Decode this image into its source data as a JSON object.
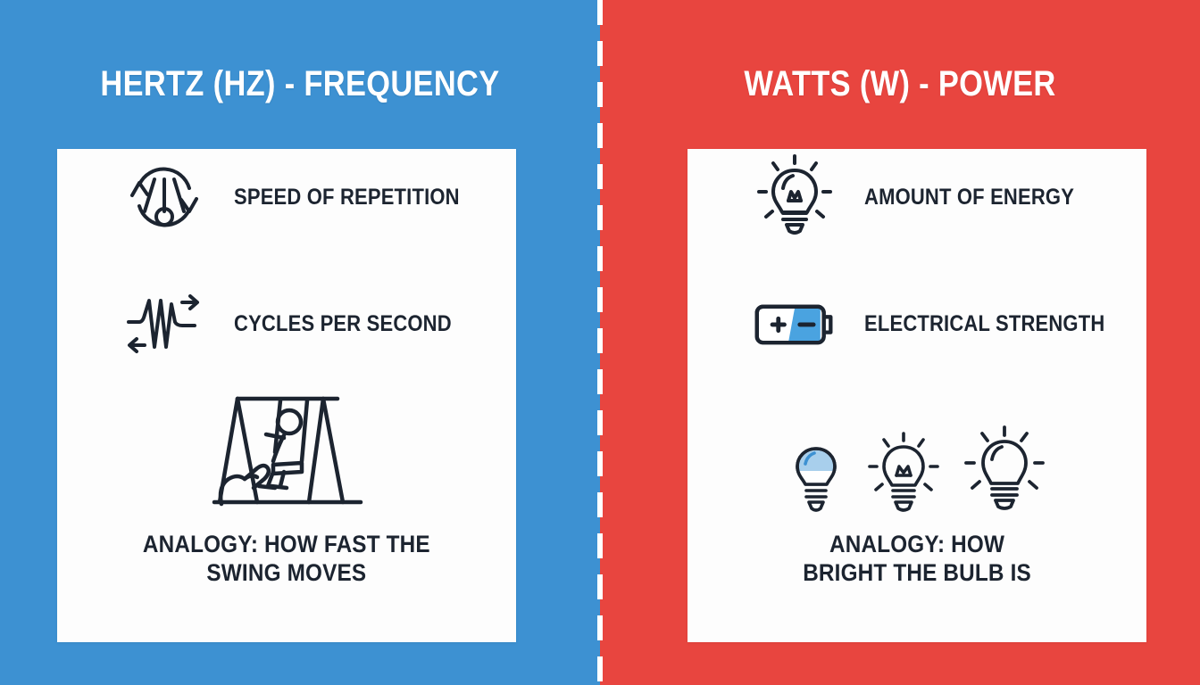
{
  "left_panel": {
    "background_color": "#3d91d2",
    "title": "HERTZ (Hz) - FREQUENCY",
    "features": [
      {
        "icon": "pendulum-cycle-icon",
        "label": "SPEED OF REPETITION"
      },
      {
        "icon": "waveform-arrows-icon",
        "label": "CYCLES PER SECOND"
      }
    ],
    "illustration": "swing-set-with-child-and-pushing-hand-icon",
    "analogy_line1": "ANALOGY: HOW FAST THE",
    "analogy_line2": "SWING MOVES"
  },
  "right_panel": {
    "background_color": "#e8453f",
    "title": "WATTS (W) - POWER",
    "features": [
      {
        "icon": "lightbulb-rays-icon",
        "label": "AMOUNT OF ENERGY"
      },
      {
        "icon": "battery-icon",
        "label": "ELECTRICAL STRENGTH"
      }
    ],
    "illustration": "three-lightbulbs-increasing-brightness-icon",
    "analogy_line1": "ANALOGY: HOW",
    "analogy_line2": "BRIGHT THE BULB IS"
  },
  "divider": {
    "style": "vertical-dashed-white-line"
  },
  "colors": {
    "blue": "#3d91d2",
    "red": "#e8453f",
    "card": "#fdfdfd",
    "ink": "#1c2430",
    "accent_blue": "#4aa3e0",
    "bulb_fill": "#a8cfec"
  }
}
